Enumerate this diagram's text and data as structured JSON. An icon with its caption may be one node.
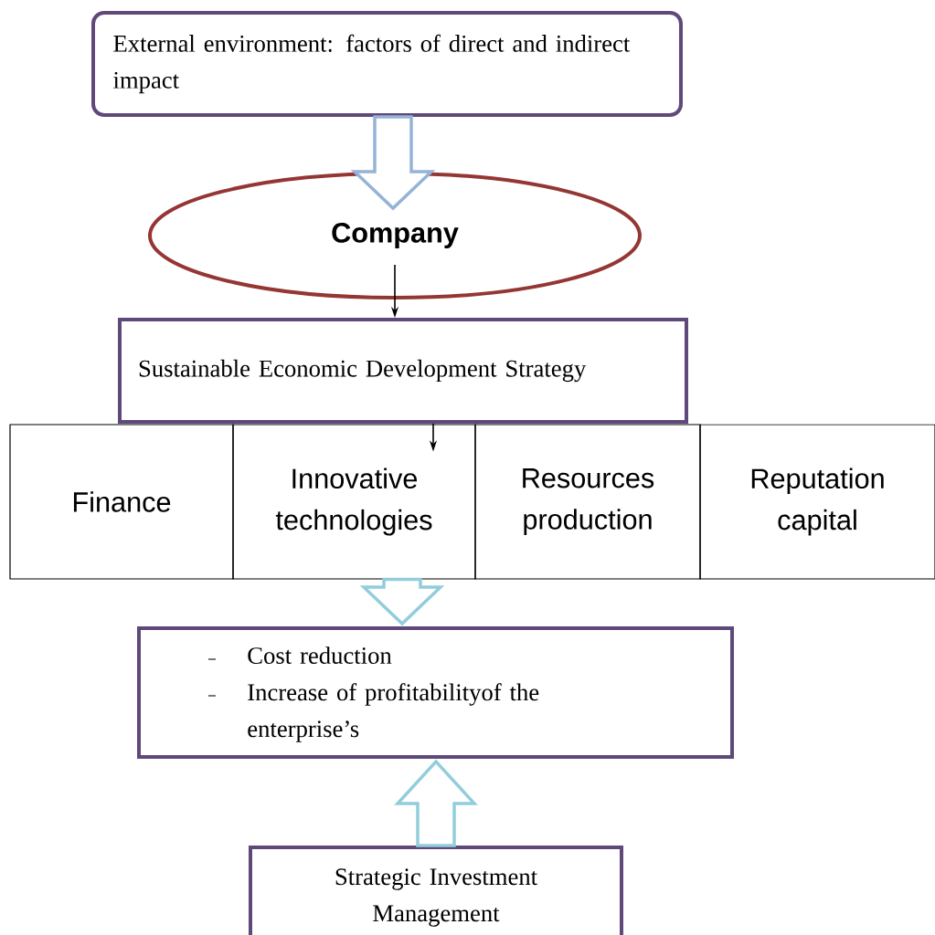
{
  "diagram": {
    "nodes": [
      {
        "text": [
          "External environment: factors of direct and indirect impact"
        ]
      },
      {
        "text": [
          "Company"
        ]
      },
      {
        "text": [
          "Sustainable Economic Development Strategy"
        ]
      },
      {
        "text": [
          "Finance"
        ]
      },
      {
        "text": [
          "Innovative technologies"
        ]
      },
      {
        "text": [
          "Resources production"
        ]
      },
      {
        "text": [
          "Reputation capital"
        ]
      },
      {
        "text": [
          "Cost reduction",
          "Increase of profitabilityof the enterprise’s"
        ]
      },
      {
        "text": [
          "Strategic Investment Management"
        ]
      }
    ],
    "edges": [
      {
        "from": 0,
        "to": 1,
        "arrow": "to",
        "style": "thick",
        "color": "#95b3d7"
      },
      {
        "from": 1,
        "to": 2,
        "arrow": "to"
      },
      {
        "from": 2,
        "to": 4,
        "arrow": "to"
      },
      {
        "from": 4,
        "to": 7,
        "arrow": "to",
        "style": "thick",
        "color": "#92cddc"
      },
      {
        "from": 8,
        "to": 7,
        "arrow": "to",
        "style": "thick",
        "color": "#92cddc"
      }
    ]
  }
}
